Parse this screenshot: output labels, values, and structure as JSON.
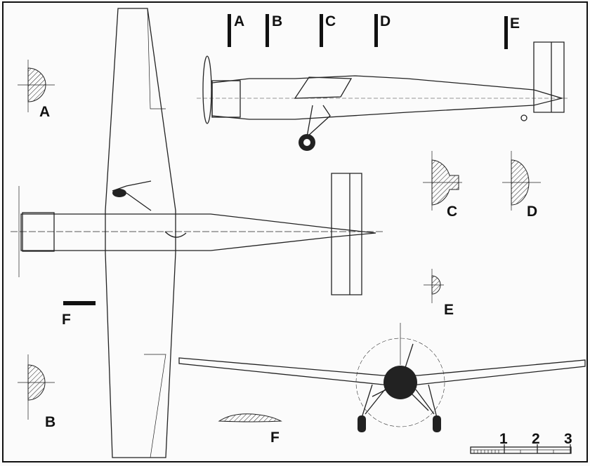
{
  "drawing": {
    "section_markers": [
      "A",
      "B",
      "C",
      "D",
      "E"
    ],
    "section_labels": {
      "A": "A",
      "B": "B",
      "C": "C",
      "D": "D",
      "E": "E",
      "F": "F"
    },
    "airfoil_label": "F",
    "airfoil_marker_label": "F",
    "scale_bar": {
      "ticks": [
        "1",
        "2",
        "3"
      ]
    },
    "colors": {
      "ink": "#222222",
      "paper": "#fbfbfb"
    }
  }
}
